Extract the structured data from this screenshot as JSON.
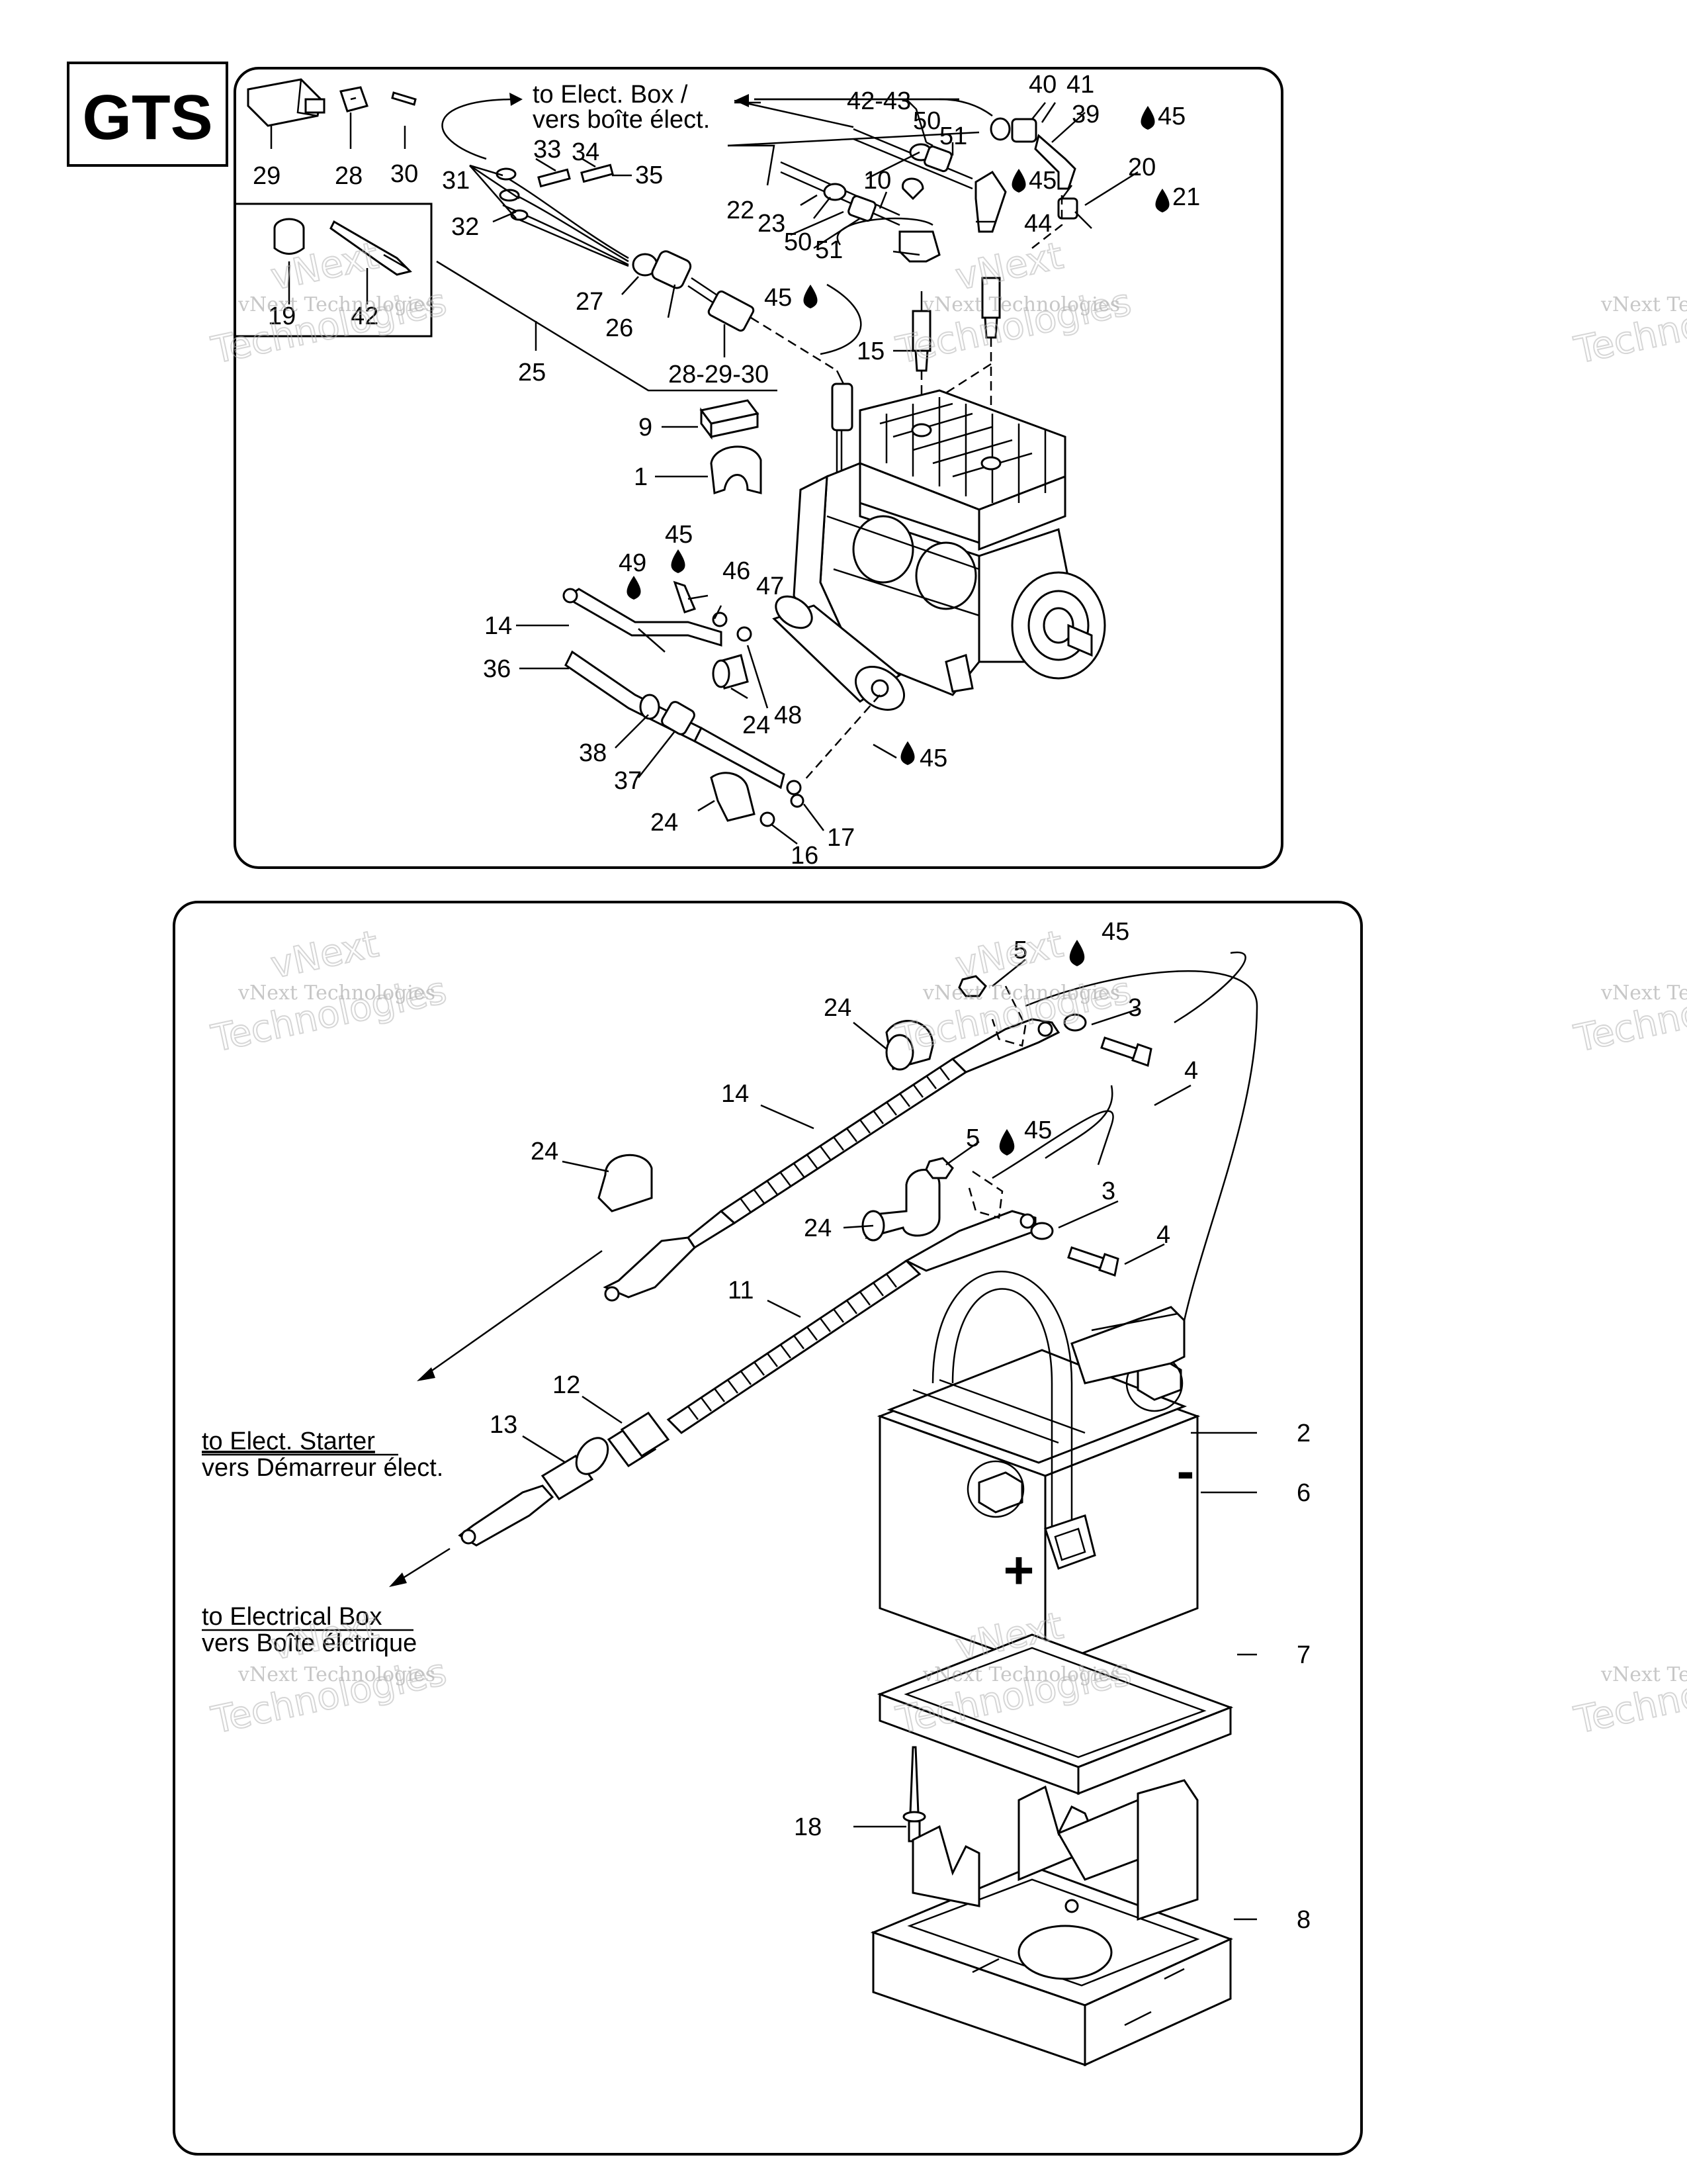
{
  "model_badge": "GTS",
  "top_panel": {
    "notes": [
      {
        "id": "to-elect-box-top",
        "lines": [
          "to Elect. Box /",
          "vers boîte élect."
        ]
      }
    ],
    "callouts": [
      "29",
      "28",
      "30",
      "33",
      "34",
      "35",
      "31",
      "32",
      "42-43",
      "50",
      "51",
      "40",
      "41",
      "39",
      "45",
      "20",
      "21",
      "22",
      "23",
      "10",
      "44",
      "27",
      "26",
      "19",
      "42",
      "25",
      "28-29-30",
      "15",
      "9",
      "1",
      "49",
      "46",
      "47",
      "14",
      "36",
      "24",
      "48",
      "38",
      "37",
      "17",
      "16"
    ]
  },
  "bottom_panel": {
    "notes": [
      {
        "id": "to-elect-starter",
        "lines": [
          "to Elect. Starter",
          "vers Démarreur élect."
        ]
      },
      {
        "id": "to-electrical-box",
        "lines": [
          "to Electrical Box",
          "vers Boîte élctrique"
        ]
      }
    ],
    "callouts": [
      "5",
      "45",
      "24",
      "3",
      "4",
      "14",
      "11",
      "12",
      "13",
      "2",
      "6",
      "7",
      "18",
      "8"
    ],
    "battery_signs": {
      "positive": "+",
      "negative": "-"
    }
  },
  "watermark": {
    "line1": "vNext Technologies",
    "line2": "vNext",
    "line3": "Technologies"
  },
  "colors": {
    "line": "#000000",
    "background": "#ffffff",
    "watermark": "#9a9a9a"
  }
}
